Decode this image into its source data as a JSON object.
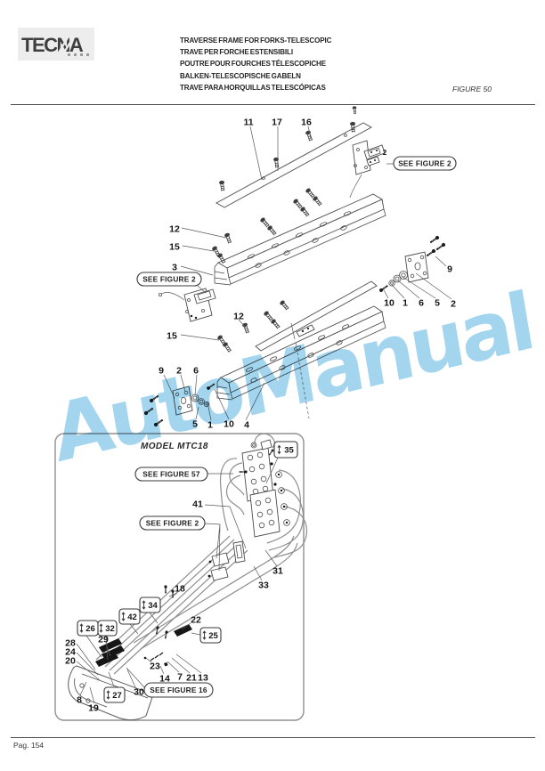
{
  "header": {
    "logo_text": "TECNA",
    "title_lines": [
      "TRAVERSE FRAME FOR FORKS-TELESCOPIC",
      "TRAVE PER FORCHE ESTENSIBILI",
      "POUTRE POUR FOURCHES TÉLESCOPICHE",
      "BALKEN-TELESCOPISCHE GABELN",
      "TRAVE PARA HORQUILLAS TELESCÓPICAS"
    ],
    "figure_label": "FIGURE 50"
  },
  "watermark": {
    "text": "AutoManual",
    "color": "#a3d5ef"
  },
  "diagram": {
    "model_label": "MODEL MTC18",
    "callouts": [
      "SEE FIGURE 2",
      "SEE FIGURE 2",
      "SEE FIGURE 57",
      "SEE FIGURE 2",
      "SEE FIGURE 16"
    ],
    "part_labels": [
      "11",
      "17",
      "16",
      "2",
      "12",
      "15",
      "3",
      "12",
      "15",
      "9",
      "10",
      "1",
      "6",
      "5",
      "2",
      "9",
      "2",
      "6",
      "5",
      "1",
      "10",
      "4",
      "41",
      "31",
      "33",
      "18",
      "29",
      "28",
      "24",
      "20",
      "22",
      "23",
      "14",
      "7",
      "21",
      "13",
      "30",
      "8",
      "19"
    ],
    "boxed_labels": [
      "35",
      "34",
      "42",
      "26",
      "32",
      "25",
      "27"
    ]
  },
  "footer": {
    "page_label": "Pag. 154"
  },
  "colors": {
    "line": "#4b4b4b",
    "hose": "#8e8e8e",
    "watermark_blue": "#a3d5ef"
  }
}
